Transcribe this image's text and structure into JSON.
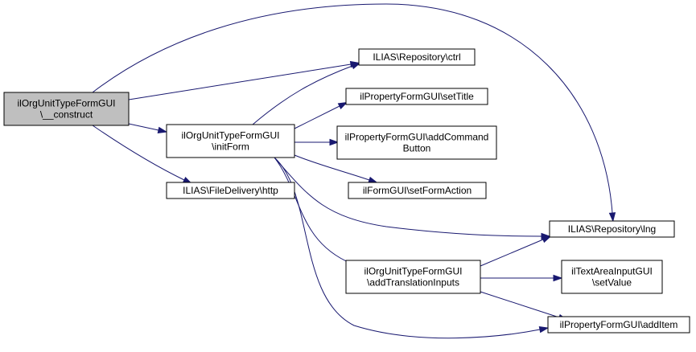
{
  "nodes": {
    "construct": {
      "lines": [
        "ilOrgUnitTypeFormGUI",
        "\\__construct"
      ],
      "root": true
    },
    "ctrl": {
      "lines": [
        "ILIAS\\Repository\\ctrl"
      ]
    },
    "setTitle": {
      "lines": [
        "ilPropertyFormGUI\\setTitle"
      ]
    },
    "initForm": {
      "lines": [
        "ilOrgUnitTypeFormGUI",
        "\\initForm"
      ]
    },
    "addCommandButton": {
      "lines": [
        "ilPropertyFormGUI\\addCommand",
        "Button"
      ]
    },
    "setFormAction": {
      "lines": [
        "ilFormGUI\\setFormAction"
      ]
    },
    "http": {
      "lines": [
        "ILIAS\\FileDelivery\\http"
      ]
    },
    "lng": {
      "lines": [
        "ILIAS\\Repository\\lng"
      ]
    },
    "addTranslationInputs": {
      "lines": [
        "ilOrgUnitTypeFormGUI",
        "\\addTranslationInputs"
      ]
    },
    "setValue": {
      "lines": [
        "ilTextAreaInputGUI",
        "\\setValue"
      ]
    },
    "addItem": {
      "lines": [
        "ilPropertyFormGUI\\addItem"
      ]
    }
  },
  "edges": [
    [
      "construct",
      "ctrl"
    ],
    [
      "construct",
      "lng"
    ],
    [
      "construct",
      "initForm"
    ],
    [
      "construct",
      "http"
    ],
    [
      "initForm",
      "ctrl"
    ],
    [
      "initForm",
      "setTitle"
    ],
    [
      "initForm",
      "addCommandButton"
    ],
    [
      "initForm",
      "setFormAction"
    ],
    [
      "initForm",
      "lng"
    ],
    [
      "initForm",
      "addTranslationInputs"
    ],
    [
      "initForm",
      "addItem"
    ],
    [
      "addTranslationInputs",
      "lng"
    ],
    [
      "addTranslationInputs",
      "setValue"
    ],
    [
      "addTranslationInputs",
      "addItem"
    ]
  ],
  "colors": {
    "edge": "#191970",
    "root_fill": "#bfbfbf",
    "node_fill": "#ffffff",
    "border": "#000000"
  }
}
